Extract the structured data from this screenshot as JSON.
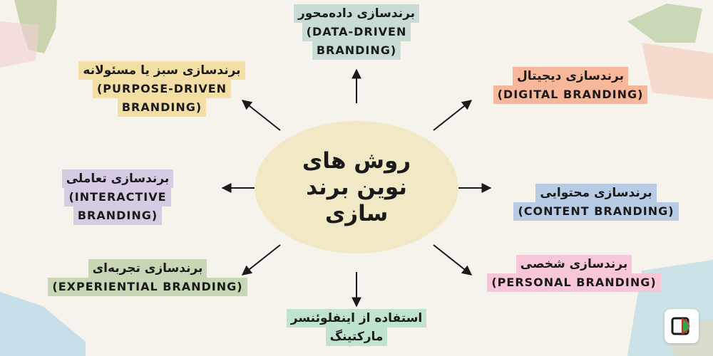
{
  "center": {
    "lines": [
      "روش های",
      "نوین برند",
      "سازی"
    ]
  },
  "nodes": {
    "data_driven": {
      "lines": [
        "برندسازی داده‌محور",
        "(DATA-DRIVEN",
        "BRANDING)"
      ],
      "color": "#c8dcd5"
    },
    "purpose_driven": {
      "lines": [
        "برندسازی سبز یا مسئولانه",
        "(PURPOSE-DRIVEN",
        "BRANDING)"
      ],
      "color": "#f3dfa6"
    },
    "digital": {
      "lines": [
        "برندسازی دیجیتال",
        "(DIGITAL BRANDING)"
      ],
      "color": "#f7b79b"
    },
    "interactive": {
      "lines": [
        "برندسازی تعاملی",
        "(INTERACTIVE",
        "BRANDING)"
      ],
      "color": "#d6cbe2"
    },
    "content": {
      "lines": [
        "برندسازی محتوایی",
        "(CONTENT BRANDING)"
      ],
      "color": "#b7cbe4"
    },
    "experiential": {
      "lines": [
        "برندسازی تجربه‌ای",
        "(EXPERIENTIAL BRANDING)"
      ],
      "color": "#c7d6b4"
    },
    "personal": {
      "lines": [
        "برندسازی شخصی",
        "(PERSONAL BRANDING)"
      ],
      "color": "#f7c6d8"
    },
    "influencer": {
      "lines": [
        "استفاده از اینفلوئنسر",
        "مارکتینگ"
      ],
      "color": "#bfe3cc"
    }
  },
  "colors": {
    "background": "#f6f2ec",
    "center_circle": "#f1e9c6",
    "arrow": "#1a1a1a"
  },
  "logo": {
    "icon": "brand-logo-icon"
  }
}
